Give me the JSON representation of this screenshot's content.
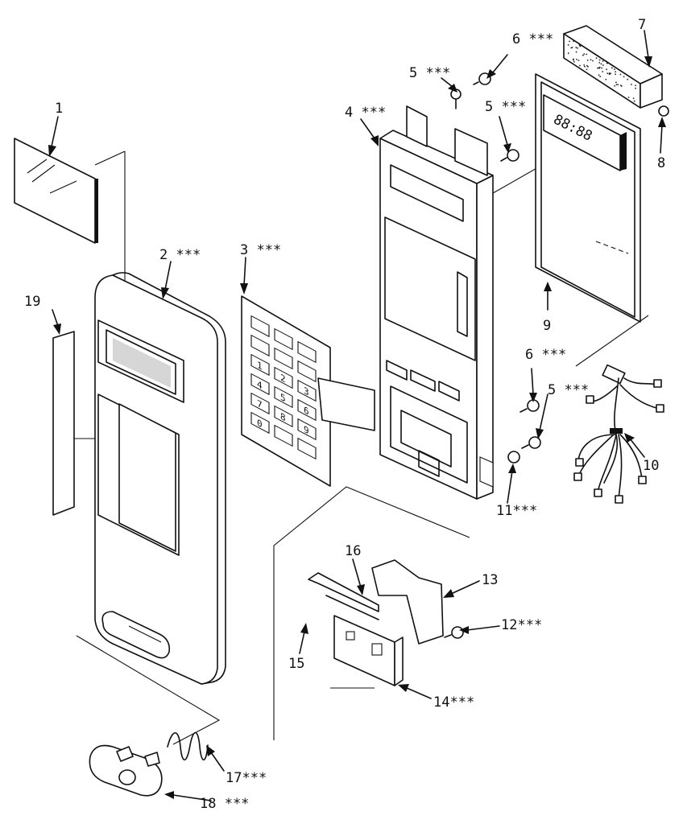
{
  "callouts": [
    {
      "id": "c1",
      "text": "1"
    },
    {
      "id": "c2",
      "text": "2 ***"
    },
    {
      "id": "c3",
      "text": "3 ***"
    },
    {
      "id": "c4",
      "text": "4 ***"
    },
    {
      "id": "c5a",
      "text": "5 ***"
    },
    {
      "id": "c5b",
      "text": "5 ***"
    },
    {
      "id": "c5c",
      "text": "5 ***"
    },
    {
      "id": "c6a",
      "text": "6 ***"
    },
    {
      "id": "c6b",
      "text": "6 ***"
    },
    {
      "id": "c7",
      "text": "7"
    },
    {
      "id": "c8",
      "text": "8"
    },
    {
      "id": "c9",
      "text": "9"
    },
    {
      "id": "c10",
      "text": "10"
    },
    {
      "id": "c11",
      "text": "11***"
    },
    {
      "id": "c12",
      "text": "12***"
    },
    {
      "id": "c13",
      "text": "13"
    },
    {
      "id": "c14",
      "text": "14***"
    },
    {
      "id": "c15",
      "text": "15"
    },
    {
      "id": "c16",
      "text": "16"
    },
    {
      "id": "c17",
      "text": "17***"
    },
    {
      "id": "c18",
      "text": "18 ***"
    },
    {
      "id": "c19",
      "text": "19"
    }
  ],
  "display_readout": "88:88",
  "keypad_keys": [
    "",
    "",
    "",
    "",
    "",
    "",
    "1",
    "2",
    "3",
    "4",
    "5",
    "6",
    "7",
    "8",
    "9",
    "0",
    "",
    ""
  ]
}
